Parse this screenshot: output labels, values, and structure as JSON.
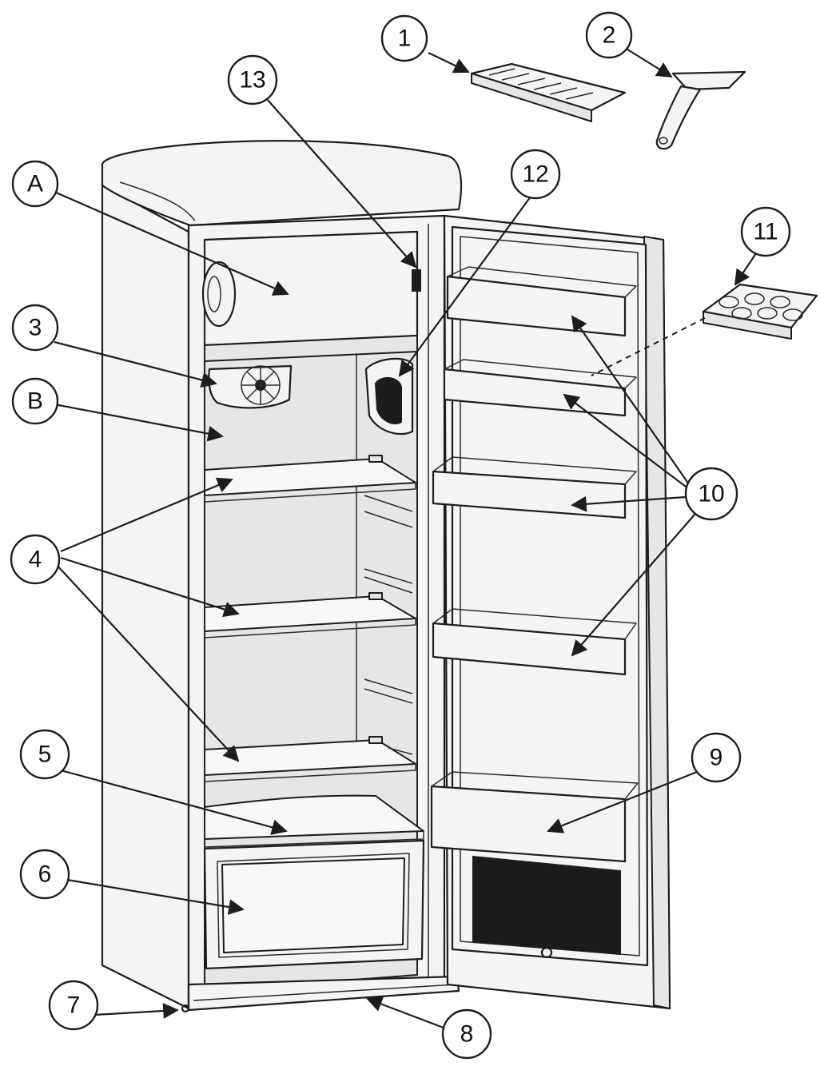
{
  "callouts": {
    "c1": "1",
    "c2": "2",
    "c3": "3",
    "c4": "4",
    "c5": "5",
    "c6": "6",
    "c7": "7",
    "c8": "8",
    "c9": "9",
    "c10": "10",
    "c11": "11",
    "c12": "12",
    "c13": "13",
    "cA": "A",
    "cB": "B"
  }
}
